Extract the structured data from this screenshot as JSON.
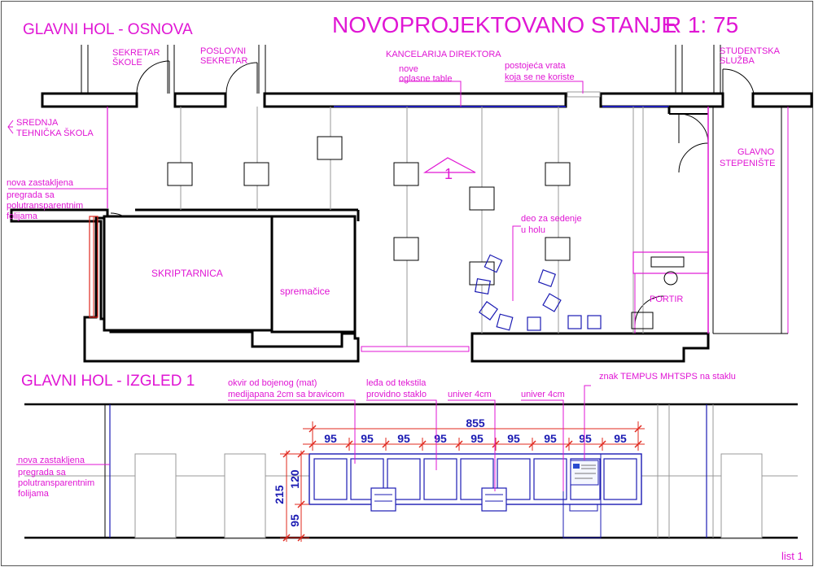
{
  "titles": {
    "plan": "GLAVNI HOL - OSNOVA",
    "state": "NOVOPROJEKTOVANO STANJE",
    "scale": "R 1: 75",
    "view": "GLAVNI HOL - IZGLED 1",
    "sheet": "list 1"
  },
  "plan": {
    "sekretar_skole": [
      "SEKRETAR",
      "ŠKOLE"
    ],
    "poslovni_sekretar": [
      "POSLOVNI",
      "SEKRETAR"
    ],
    "kancelarija": "KANCELARIJA DIREKTORA",
    "nove_oglasne": [
      "nove",
      "oglasne table"
    ],
    "postojeca_vrata": [
      "postojeća vrata",
      "koja se ne koriste"
    ],
    "studentska": [
      "STUDENTSKA",
      "SLUŽBA"
    ],
    "srednja": [
      "SREDNJA",
      "TEHNIČKA ŠKOLA"
    ],
    "pregrada": [
      "nova zastakljena",
      "pregrada sa",
      "polutransparentnim",
      "folijama"
    ],
    "glavno": [
      "GLAVNO",
      "STEPENIŠTE"
    ],
    "mark": "1",
    "deo_za_sedenje": [
      "deo za sedenje",
      "u holu"
    ],
    "skriptarnica": "SKRIPTARNICA",
    "spremacice": "spremačice",
    "portir": "PORTIR"
  },
  "elevation": {
    "okvir": [
      "okvir od bojenog (mat)",
      "medijapana 2cm sa bravicom"
    ],
    "ledja": [
      "leđa od tekstila",
      "providno staklo"
    ],
    "univer1": "univer 4cm",
    "univer2": "univer 4cm",
    "znak": "znak TEMPUS MHTSPS  na staklu",
    "pregrada": [
      "nova zastakljena",
      "pregrada sa",
      "polutransparentnim",
      "folijama"
    ],
    "dim_total": "855",
    "dim_segments": [
      "95",
      "95",
      "95",
      "95",
      "95",
      "95",
      "95",
      "95",
      "95"
    ],
    "dim_height": "215",
    "dim_upper": "120",
    "dim_lower": "95"
  },
  "colors": {
    "annotation": "#e016d4",
    "dimension": "#1b1bb3",
    "dimension_line": "#e0281e"
  }
}
